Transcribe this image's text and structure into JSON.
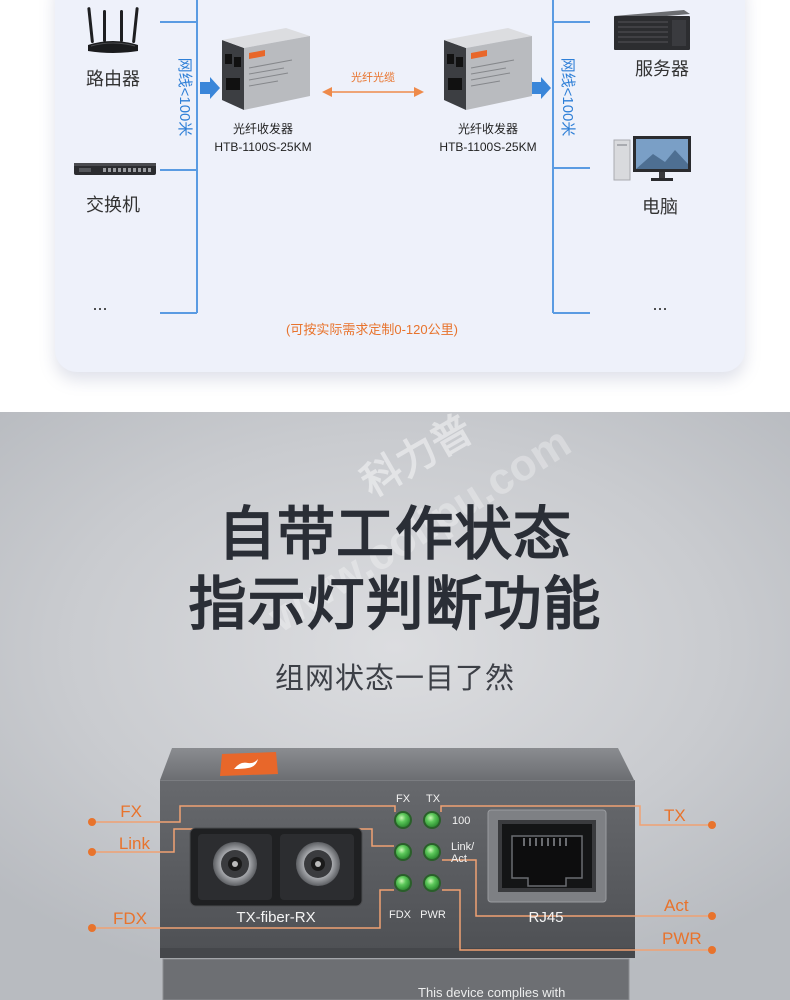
{
  "diagram": {
    "left_devices": [
      {
        "label": "路由器",
        "icon": "router-icon"
      },
      {
        "label": "交换机",
        "icon": "switch-icon"
      },
      {
        "label": "..."
      }
    ],
    "right_devices": [
      {
        "label": "服务器",
        "icon": "server-icon"
      },
      {
        "label": "电脑",
        "icon": "computer-icon"
      },
      {
        "label": "..."
      }
    ],
    "cable_label_left": "网线<100米",
    "cable_label_right": "网线<100米",
    "converter_left": {
      "name": "光纤收发器",
      "model": "HTB-1100S-25KM",
      "icon": "fiber-converter-icon"
    },
    "converter_right": {
      "name": "光纤收发器",
      "model": "HTB-1100S-25KM",
      "icon": "fiber-converter-icon"
    },
    "fiber_label": "光纤光缆",
    "note": "(可按实际需求定制0-120公里)"
  },
  "feature": {
    "title_line1": "自带工作状态",
    "title_line2": "指示灯判断功能",
    "subtitle": "组网状态一目了然"
  },
  "device": {
    "fiber_port_label": "TX-fiber-RX",
    "rj45_label": "RJ45",
    "led_labels": {
      "fx": "FX",
      "tx": "TX",
      "speed": "100",
      "link_line1": "Link/",
      "link_line2": "Act",
      "fdx": "FDX",
      "pwr": "PWR"
    },
    "callouts_left": [
      "FX",
      "Link",
      "FDX"
    ],
    "callouts_right": [
      "TX",
      "Act",
      "PWR"
    ],
    "bottom_text": "This device complies with"
  },
  "colors": {
    "accent_blue": "#3a86d9",
    "accent_orange": "#e8732c",
    "led_green": "#4cb54b",
    "title_text": "#2a2e36"
  },
  "watermark": {
    "brand": "科力普",
    "site": "www.colipu.com"
  }
}
